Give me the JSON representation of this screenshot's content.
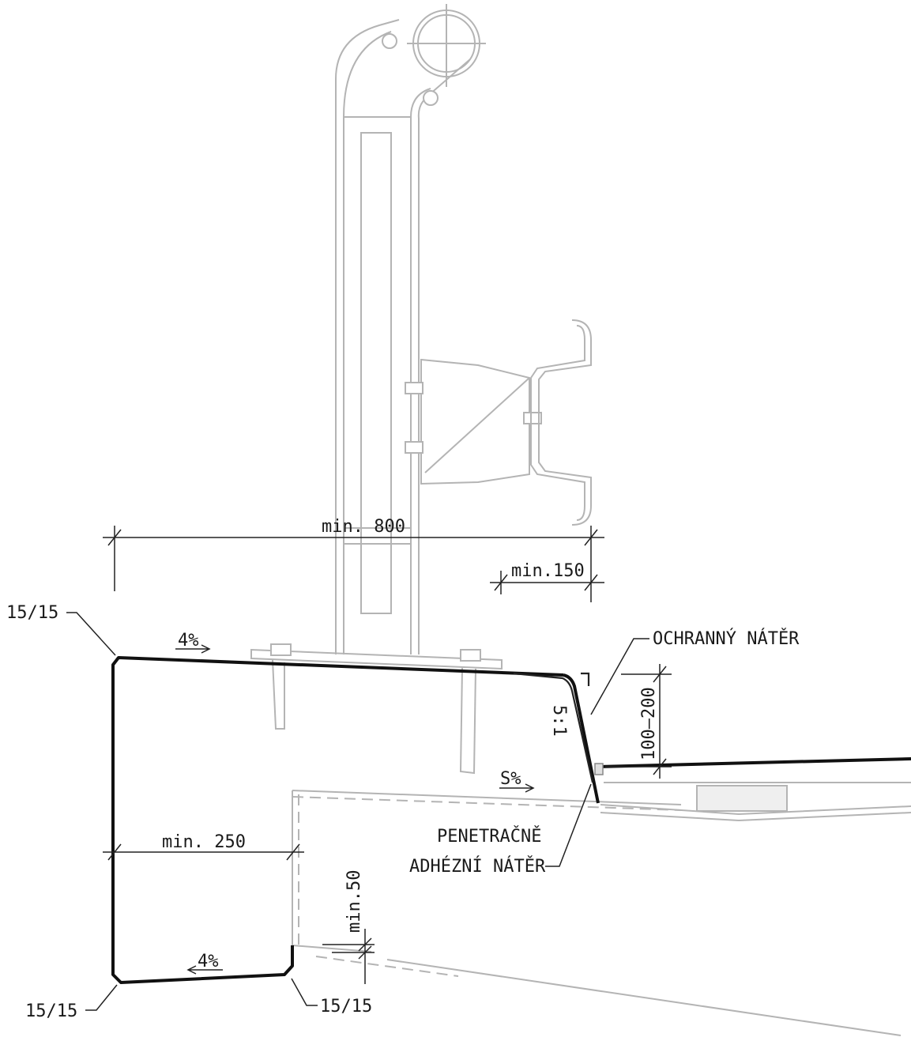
{
  "labels": {
    "corner_top_left": "15/15",
    "corner_bottom_left": "15/15",
    "corner_bottom_right": "15/15",
    "slope_top": "4%",
    "slope_bottom": "4%",
    "slope_road": "S%",
    "batter_ratio": "5:1",
    "dim_total_width": "min. 800",
    "dim_edge_offset": "min.150",
    "dim_height": "100–200",
    "dim_depth": "min. 250",
    "dim_step": "min.50",
    "coating_protective": "OCHRANNÝ NÁTĚR",
    "coating_penetrating_line1": "PENETRAČNĚ",
    "coating_penetrating_line2": "ADHÉZNÍ NÁTĚR"
  },
  "colors": {
    "outline": "#111111",
    "guardrail": "#b4b4b4",
    "text": "#1a1a1a"
  }
}
